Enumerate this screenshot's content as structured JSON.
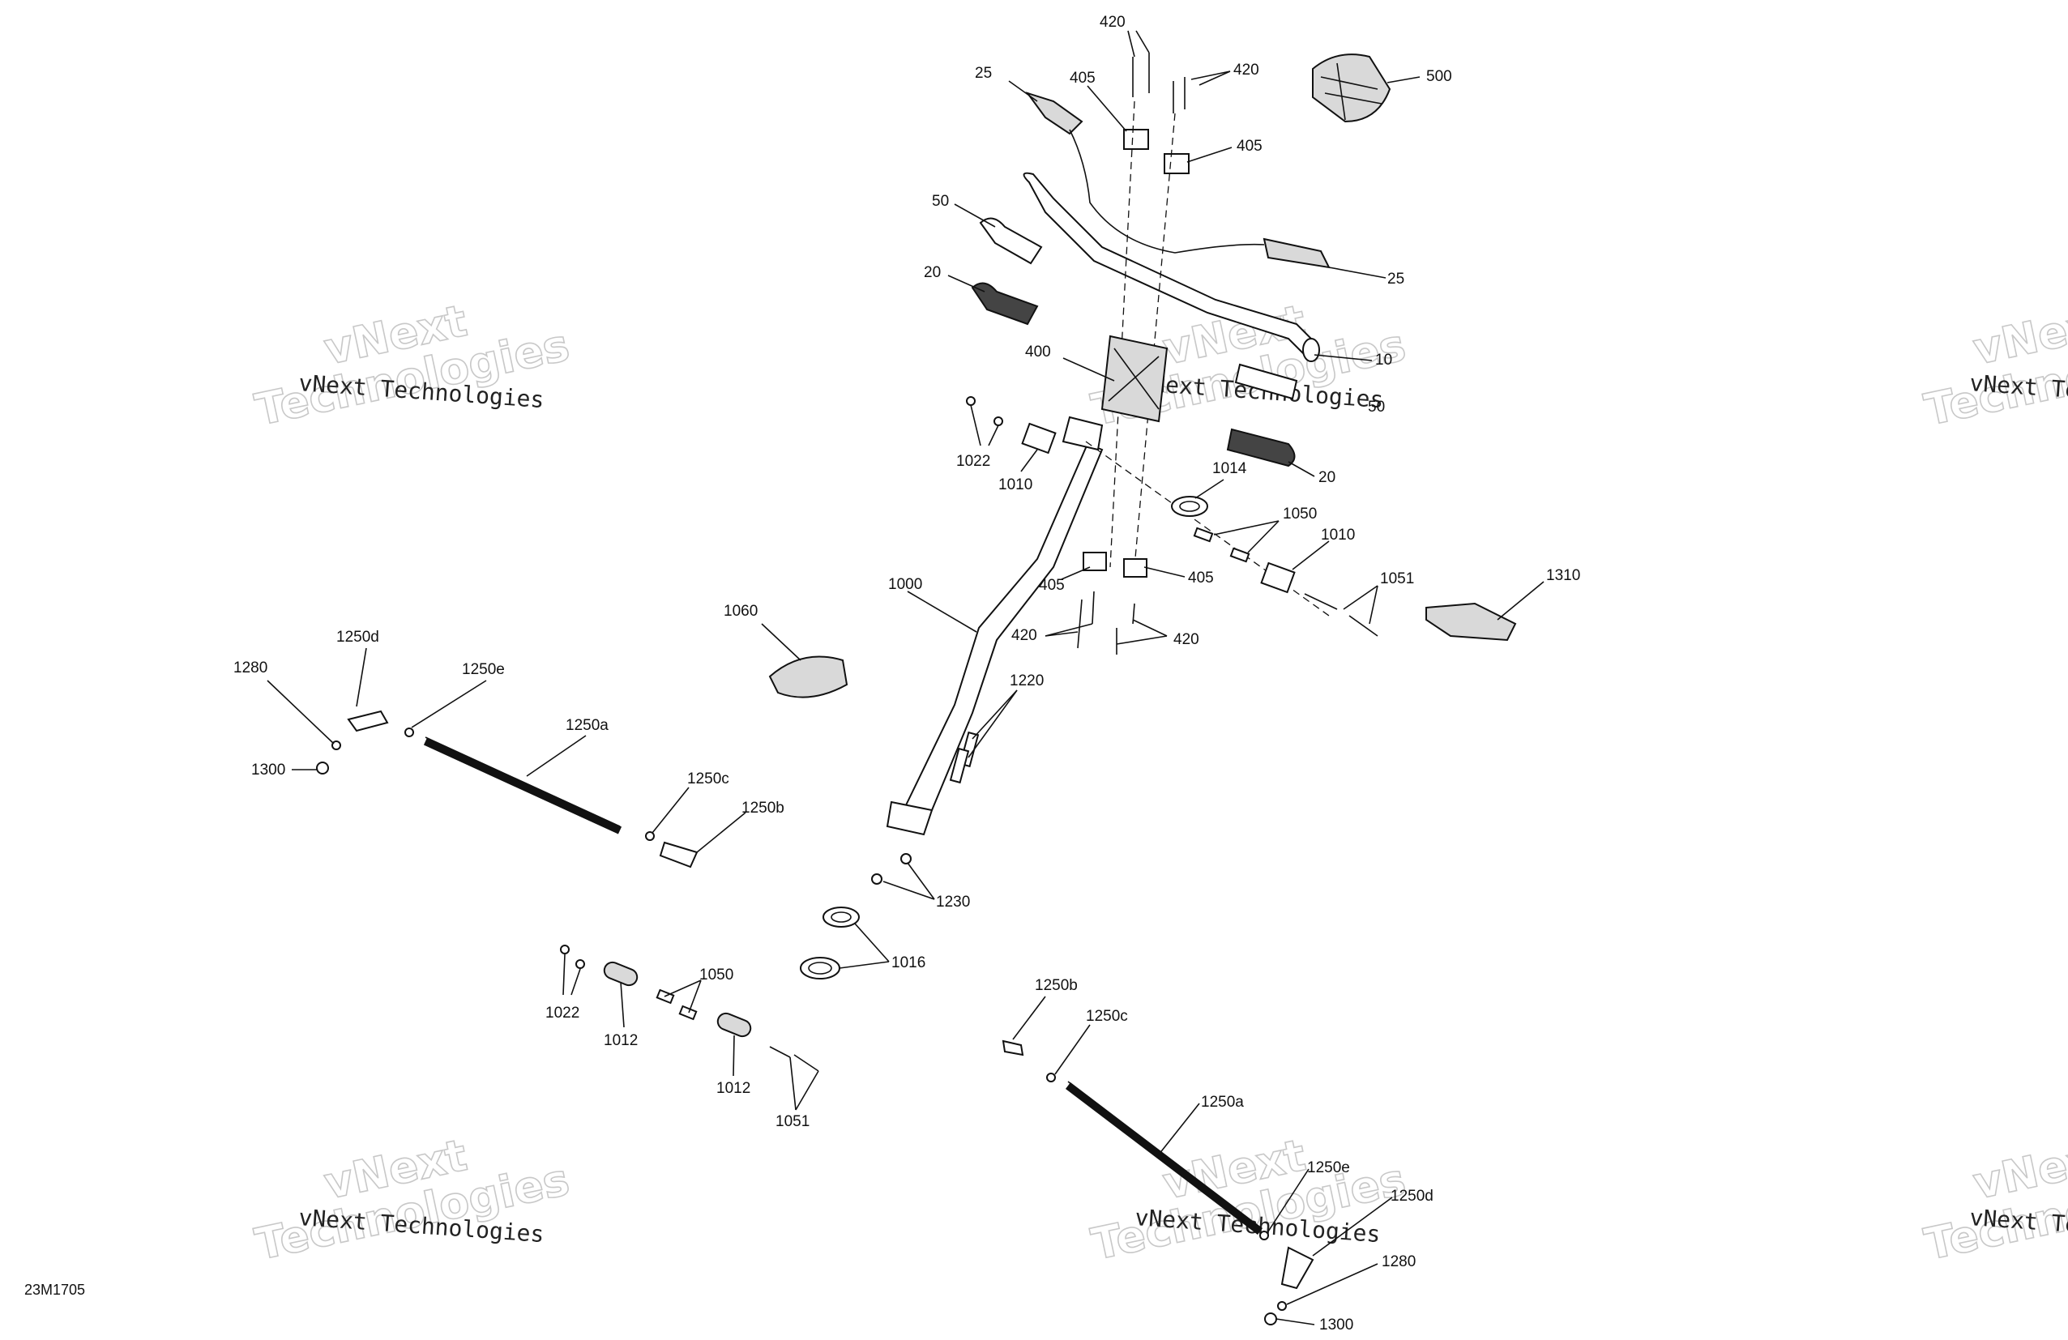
{
  "diagram_ref": "23M1705",
  "watermark": {
    "small_text": "vNext Technologies",
    "big_line1": "vNext",
    "big_line2": "Technologies"
  },
  "callouts": [
    {
      "id": "c420a",
      "text": "420"
    },
    {
      "id": "c420b",
      "text": "420"
    },
    {
      "id": "c500",
      "text": "500"
    },
    {
      "id": "c25a",
      "text": "25"
    },
    {
      "id": "c405a",
      "text": "405"
    },
    {
      "id": "c405b",
      "text": "405"
    },
    {
      "id": "c50a",
      "text": "50"
    },
    {
      "id": "c20a",
      "text": "20"
    },
    {
      "id": "c25b",
      "text": "25"
    },
    {
      "id": "c400",
      "text": "400"
    },
    {
      "id": "c10",
      "text": "10"
    },
    {
      "id": "c50b",
      "text": "50"
    },
    {
      "id": "c1022a",
      "text": "1022"
    },
    {
      "id": "c1010a",
      "text": "1010"
    },
    {
      "id": "c20b",
      "text": "20"
    },
    {
      "id": "c1014",
      "text": "1014"
    },
    {
      "id": "c1050a",
      "text": "1050"
    },
    {
      "id": "c1010b",
      "text": "1010"
    },
    {
      "id": "c1000",
      "text": "1000"
    },
    {
      "id": "c405c",
      "text": "405"
    },
    {
      "id": "c405d",
      "text": "405"
    },
    {
      "id": "c1051a",
      "text": "1051"
    },
    {
      "id": "c1310",
      "text": "1310"
    },
    {
      "id": "c420c",
      "text": "420"
    },
    {
      "id": "c420d",
      "text": "420"
    },
    {
      "id": "c1060",
      "text": "1060"
    },
    {
      "id": "c1250d_a",
      "text": "1250d"
    },
    {
      "id": "c1280a",
      "text": "1280"
    },
    {
      "id": "c1250e_a",
      "text": "1250e"
    },
    {
      "id": "c1220",
      "text": "1220"
    },
    {
      "id": "c1250a_a",
      "text": "1250a"
    },
    {
      "id": "c1300a",
      "text": "1300"
    },
    {
      "id": "c1250c_a",
      "text": "1250c"
    },
    {
      "id": "c1250b_a",
      "text": "1250b"
    },
    {
      "id": "c1230",
      "text": "1230"
    },
    {
      "id": "c1016",
      "text": "1016"
    },
    {
      "id": "c1050b",
      "text": "1050"
    },
    {
      "id": "c1022b",
      "text": "1022"
    },
    {
      "id": "c1012a",
      "text": "1012"
    },
    {
      "id": "c1012b",
      "text": "1012"
    },
    {
      "id": "c1051b",
      "text": "1051"
    },
    {
      "id": "c1250b_b",
      "text": "1250b"
    },
    {
      "id": "c1250c_b",
      "text": "1250c"
    },
    {
      "id": "c1250a_b",
      "text": "1250a"
    },
    {
      "id": "c1250e_b",
      "text": "1250e"
    },
    {
      "id": "c1250d_b",
      "text": "1250d"
    },
    {
      "id": "c1280b",
      "text": "1280"
    },
    {
      "id": "c1300b",
      "text": "1300"
    }
  ]
}
